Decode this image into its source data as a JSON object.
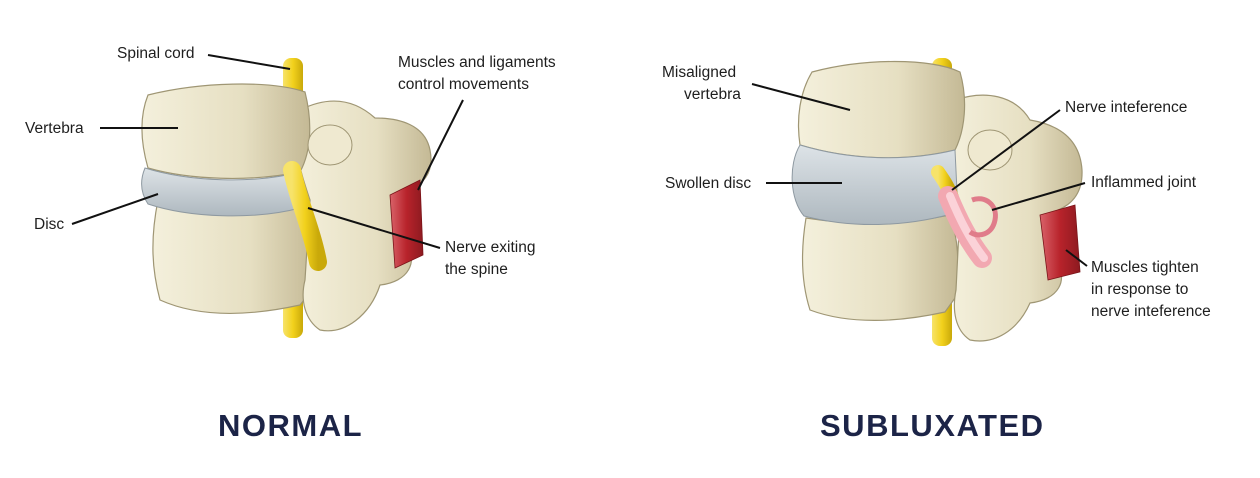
{
  "colors": {
    "bone": "#ece7cf",
    "bone_shadow": "#b6ad8c",
    "disc": "#c9d1d6",
    "nerve": "#f2d11c",
    "muscle": "#b8232b",
    "inflamed": "#f2a8b1",
    "title": "#1c2447",
    "leader": "#111111"
  },
  "normal": {
    "title": "NORMAL",
    "labels": {
      "spinal_cord": "Spinal cord",
      "vertebra": "Vertebra",
      "disc": "Disc",
      "muscles_1": "Muscles and ligaments",
      "muscles_2": "control movements",
      "nerve_1": "Nerve exiting",
      "nerve_2": "the spine"
    }
  },
  "subluxated": {
    "title": "SUBLUXATED",
    "labels": {
      "misaligned_1": "Misaligned",
      "misaligned_2": "vertebra",
      "nerve_interference": "Nerve inteference",
      "swollen_disc": "Swollen disc",
      "inflamed_joint": "Inflammed joint",
      "muscles_1": "Muscles tighten",
      "muscles_2": "in response to",
      "muscles_3": "nerve inteference"
    }
  }
}
